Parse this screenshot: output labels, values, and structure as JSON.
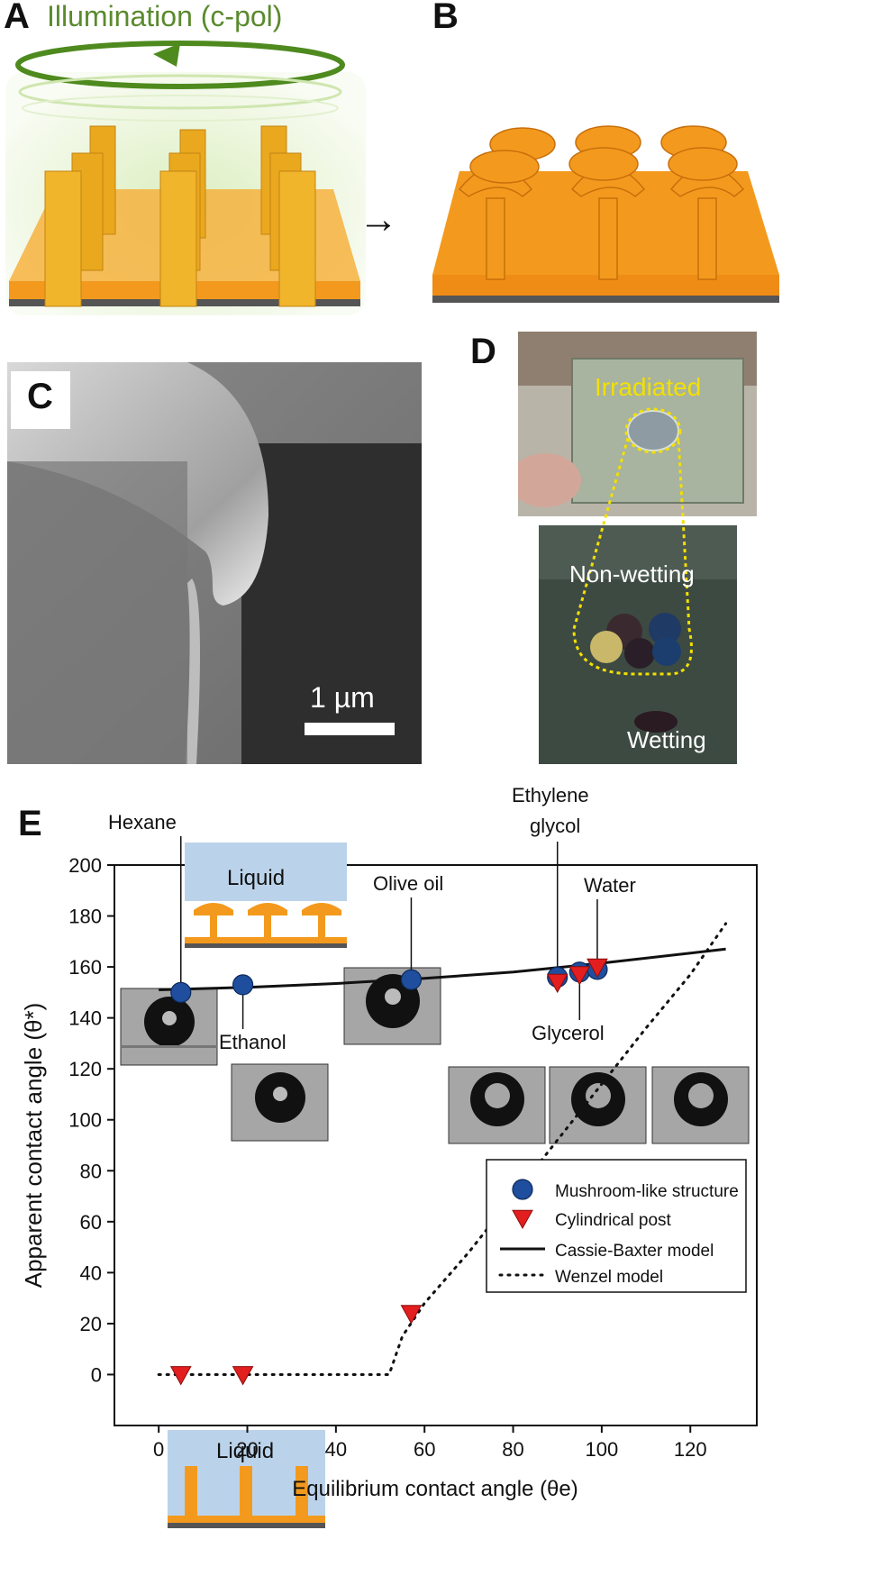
{
  "panels": {
    "a": {
      "letter": "A",
      "title": "Illumination (c-pol)"
    },
    "b": {
      "letter": "B"
    },
    "c": {
      "letter": "C",
      "scale_bar": "1 µm"
    },
    "d": {
      "letter": "D",
      "irradiated": "Irradiated",
      "non_wetting": "Non-wetting",
      "wetting": "Wetting"
    },
    "e": {
      "letter": "E"
    }
  },
  "colors": {
    "post_orange": "#F39A1E",
    "post_dark": "#D9781A",
    "substrate_gray": "#555555",
    "illumination_green": "#5A8A2E",
    "liquid_blue": "#BBD3EA",
    "marker_blue": "#1F4E9E",
    "marker_red": "#E21E1E",
    "label_yellow": "#F2E000"
  },
  "icons": [
    "arrow-right-icon",
    "circular-polarization-arrow-icon"
  ],
  "chart_data": {
    "type": "scatter",
    "xlabel": "Equilibrium contact angle (θe)",
    "ylabel": "Apparent contact angle (θ*)",
    "xlim": [
      -10,
      135
    ],
    "ylim": [
      -20,
      200
    ],
    "xticks": [
      0,
      20,
      40,
      60,
      80,
      100,
      120
    ],
    "yticks": [
      0,
      20,
      40,
      60,
      80,
      100,
      120,
      140,
      160,
      180,
      200
    ],
    "grid": false,
    "legend_position": "bottom-right",
    "series": [
      {
        "name": "Mushroom-like structure",
        "marker": "circle",
        "color": "#1F4E9E",
        "points": [
          {
            "x": 5,
            "y": 150
          },
          {
            "x": 19,
            "y": 153
          },
          {
            "x": 57,
            "y": 155
          },
          {
            "x": 90,
            "y": 156
          },
          {
            "x": 95,
            "y": 158
          },
          {
            "x": 99,
            "y": 159
          }
        ]
      },
      {
        "name": "Cylindrical post",
        "marker": "triangle-down",
        "color": "#E21E1E",
        "points": [
          {
            "x": 5,
            "y": 0
          },
          {
            "x": 19,
            "y": 0
          },
          {
            "x": 57,
            "y": 24
          },
          {
            "x": 90,
            "y": 154
          },
          {
            "x": 95,
            "y": 157
          },
          {
            "x": 99,
            "y": 160
          }
        ]
      },
      {
        "name": "Cassie-Baxter model",
        "line": "solid",
        "points": [
          {
            "x": 0,
            "y": 151
          },
          {
            "x": 20,
            "y": 152
          },
          {
            "x": 40,
            "y": 153.5
          },
          {
            "x": 60,
            "y": 155.5
          },
          {
            "x": 80,
            "y": 158
          },
          {
            "x": 100,
            "y": 161.5
          },
          {
            "x": 128,
            "y": 167
          }
        ]
      },
      {
        "name": "Wenzel model",
        "line": "dotted",
        "points": [
          {
            "x": 0,
            "y": 0
          },
          {
            "x": 52,
            "y": 0
          },
          {
            "x": 55,
            "y": 15
          },
          {
            "x": 60,
            "y": 28
          },
          {
            "x": 70,
            "y": 48
          },
          {
            "x": 80,
            "y": 70
          },
          {
            "x": 90,
            "y": 92
          },
          {
            "x": 100,
            "y": 114
          },
          {
            "x": 110,
            "y": 136
          },
          {
            "x": 120,
            "y": 157
          },
          {
            "x": 128,
            "y": 177
          }
        ]
      }
    ],
    "annotations": [
      {
        "text": "Hexane",
        "x": 5
      },
      {
        "text": "Ethanol",
        "x": 19
      },
      {
        "text": "Olive oil",
        "x": 57
      },
      {
        "text": "Ethylene",
        "text2": "glycol",
        "x": 90
      },
      {
        "text": "Glycerol",
        "x": 95
      },
      {
        "text": "Water",
        "x": 99
      }
    ],
    "inset_labels": {
      "top_schematic": "Liquid",
      "bottom_schematic": "Liquid"
    }
  }
}
